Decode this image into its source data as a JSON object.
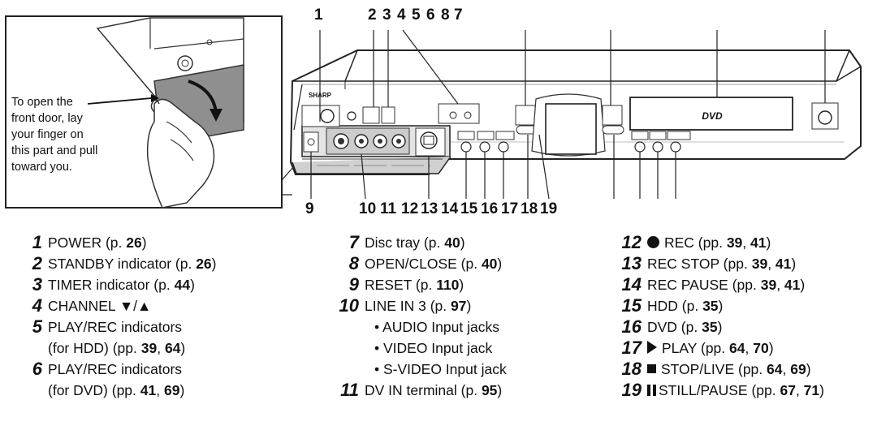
{
  "callout": {
    "lines": [
      "To open the",
      "front door, lay",
      "your finger on",
      "this part and pull",
      "toward you."
    ]
  },
  "panel": {
    "brand": "SHARP",
    "dvd_logo": "DVD"
  },
  "top_numbers": [
    "1",
    "2",
    "3",
    "4",
    "5",
    "6",
    "8",
    "7"
  ],
  "bottom_numbers": [
    "9",
    "10",
    "11",
    "12",
    "13",
    "14",
    "15",
    "16",
    "17",
    "18",
    "19"
  ],
  "legend": {
    "e1": {
      "num": "1",
      "text": "POWER (p. ",
      "ref": "26",
      "tail": ")"
    },
    "e2": {
      "num": "2",
      "text": "STANDBY indicator (p. ",
      "ref": "26",
      "tail": ")"
    },
    "e3": {
      "num": "3",
      "text": "TIMER indicator (p. ",
      "ref": "44",
      "tail": ")"
    },
    "e4": {
      "num": "4",
      "text": "CHANNEL ▼/▲"
    },
    "e5": {
      "num": "5",
      "line1": "PLAY/REC indicators",
      "line2": "(for HDD) (pp. ",
      "ref1": "39",
      "sep": ", ",
      "ref2": "64",
      "tail": ")"
    },
    "e6": {
      "num": "6",
      "line1": "PLAY/REC indicators",
      "line2": "(for DVD)  (pp. ",
      "ref1": "41",
      "sep": ", ",
      "ref2": "69",
      "tail": ")"
    },
    "e7": {
      "num": "7",
      "text": "Disc tray (p. ",
      "ref": "40",
      "tail": ")"
    },
    "e8": {
      "num": "8",
      "text": "OPEN/CLOSE (p. ",
      "ref": "40",
      "tail": ")"
    },
    "e9": {
      "num": "9",
      "text": "RESET (p. ",
      "ref": "110",
      "tail": ")"
    },
    "e10": {
      "num": "10",
      "text": "LINE IN 3 (p. ",
      "ref": "97",
      "tail": ")",
      "bullets": [
        "• AUDIO Input jacks",
        "• VIDEO Input jack",
        "• S-VIDEO Input jack"
      ]
    },
    "e11": {
      "num": "11",
      "text": "DV IN terminal (p. ",
      "ref": "95",
      "tail": ")"
    },
    "e12": {
      "num": "12",
      "text": "REC (pp. ",
      "ref1": "39",
      "sep": ", ",
      "ref2": "41",
      "tail": ")"
    },
    "e13": {
      "num": "13",
      "text": "REC STOP (pp. ",
      "ref1": "39",
      "sep": ", ",
      "ref2": "41",
      "tail": ")"
    },
    "e14": {
      "num": "14",
      "text": "REC PAUSE (pp. ",
      "ref1": "39",
      "sep": ", ",
      "ref2": "41",
      "tail": ")"
    },
    "e15": {
      "num": "15",
      "text": "HDD (p. ",
      "ref": "35",
      "tail": ")"
    },
    "e16": {
      "num": "16",
      "text": "DVD (p. ",
      "ref": "35",
      "tail": ")"
    },
    "e17": {
      "num": "17",
      "text": "PLAY (pp. ",
      "ref1": "64",
      "sep": ", ",
      "ref2": "70",
      "tail": ")"
    },
    "e18": {
      "num": "18",
      "text": "STOP/LIVE (pp. ",
      "ref1": "64",
      "sep": ", ",
      "ref2": "69",
      "tail": ")"
    },
    "e19": {
      "num": "19",
      "text": "STILL/PAUSE (pp. ",
      "ref1": "67",
      "sep": ", ",
      "ref2": "71",
      "tail": ")"
    }
  }
}
